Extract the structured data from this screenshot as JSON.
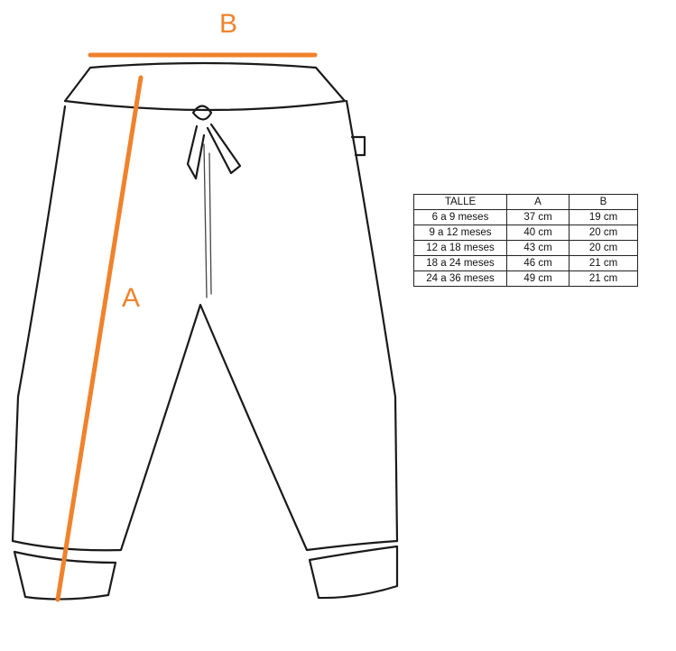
{
  "labels": {
    "width": "B",
    "length": "A"
  },
  "colors": {
    "measure": "#F0822C",
    "outline": "#1a1a1a"
  },
  "table": {
    "headers": [
      "TALLE",
      "A",
      "B"
    ],
    "rows": [
      [
        "6 a 9 meses",
        "37 cm",
        "19 cm"
      ],
      [
        "9 a 12 meses",
        "40 cm",
        "20 cm"
      ],
      [
        "12 a 18 meses",
        "43 cm",
        "20 cm"
      ],
      [
        "18 a 24 meses",
        "46 cm",
        "21 cm"
      ],
      [
        "24 a 36 meses",
        "49 cm",
        "21 cm"
      ]
    ]
  }
}
